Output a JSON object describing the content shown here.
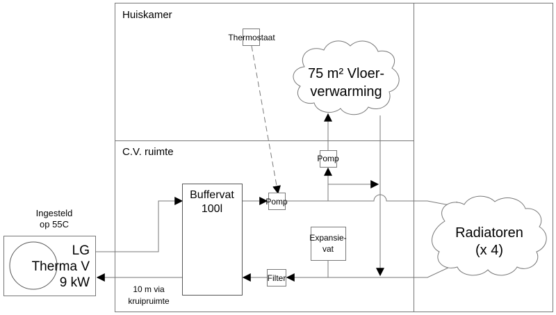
{
  "rooms": {
    "living_room": "Huiskamer",
    "boiler_room": "C.V. ruimte"
  },
  "heat_pump": {
    "setting_line1": "Ingesteld",
    "setting_line2": "op 55C",
    "name_line1": "LG",
    "name_line2": "Therma V",
    "name_line3": "9 kW"
  },
  "buffer": {
    "line1": "Buffervat",
    "line2": "100l"
  },
  "thermostat": "Thermostaat",
  "pump_main": "Pomp",
  "pump_floor": "Pomp",
  "expansion": {
    "line1": "Expansie-",
    "line2": "vat"
  },
  "filter": "Filter",
  "pipe_note": {
    "line1": "10 m via",
    "line2": "kruipruimte"
  },
  "floor_heating": {
    "line1": "75 m² Vloer-",
    "line2": "verwarming"
  },
  "radiators": {
    "line1": "Radiatoren",
    "line2": "(x 4)"
  }
}
